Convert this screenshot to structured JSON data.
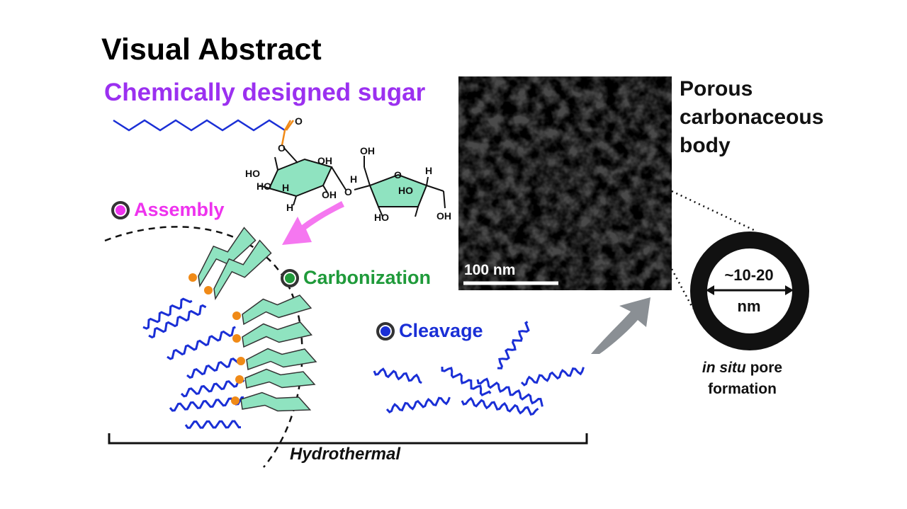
{
  "title": "Visual Abstract",
  "subtitle": "Chemically designed sugar",
  "steps": {
    "assembly": "Assembly",
    "carbonization": "Carbonization",
    "cleavage": "Cleavage"
  },
  "product": "Porous carbonaceous body",
  "sem": {
    "scale_label": "100 nm"
  },
  "pore": {
    "size": "~10-20",
    "unit": "nm",
    "label_italic": "in situ",
    "label_rest": " pore formation"
  },
  "process": "Hydrothermal",
  "molecule": {
    "atoms": [
      "O",
      "O",
      "OH",
      "HO",
      "HO",
      "H",
      "H",
      "OH",
      "O",
      "H",
      "OH",
      "O",
      "H",
      "HO",
      "HO",
      "OH"
    ]
  },
  "colors": {
    "subtitle": "#9b30f0",
    "assembly": "#ee33ee",
    "carbonization": "#1f9a3a",
    "cleavage": "#1a2fd6",
    "chain": "#1a2fd6",
    "ring": "#8fe3c0",
    "ester": "#f08a17",
    "arrow_pink": "#f577f0",
    "arrow_gray": "#8a8f94"
  }
}
